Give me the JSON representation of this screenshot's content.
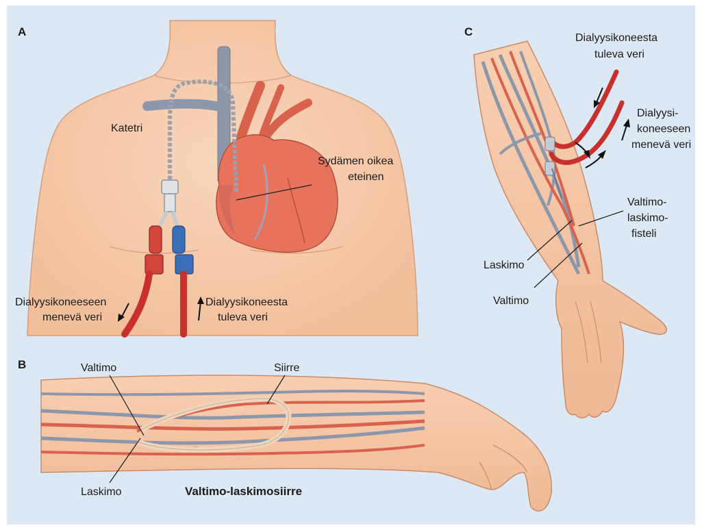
{
  "panels": {
    "a": {
      "letter": "A",
      "catheter_label": "Katetri",
      "atrium_label_line1": "Sydämen oikea",
      "atrium_label_line2": "eteinen",
      "to_machine_line1": "Dialyysikoneeseen",
      "to_machine_line2": "menevä veri",
      "from_machine_line1": "Dialyysikoneesta",
      "from_machine_line2": "tuleva veri"
    },
    "b": {
      "letter": "B",
      "artery_label": "Valtimo",
      "vein_label": "Laskimo",
      "graft_label": "Siirre",
      "caption": "Valtimo-laskimosiirre"
    },
    "c": {
      "letter": "C",
      "from_machine_line1": "Dialyysikoneesta",
      "from_machine_line2": "tuleva veri",
      "to_machine_line1": "Dialyysi-",
      "to_machine_line2": "koneeseen",
      "to_machine_line3": "menevä veri",
      "fistula_line1": "Valtimo-",
      "fistula_line2": "laskimo-",
      "fistula_line3": "fisteli",
      "vein_label": "Laskimo",
      "artery_label": "Valtimo"
    }
  },
  "colors": {
    "background": "#dce8f4",
    "skin": "#f6c9a8",
    "skin_outline": "#c98a6a",
    "artery": "#d9624d",
    "vein": "#8d97ac",
    "heart": "#e8735c",
    "tube_red": "#c8302c",
    "tube_blue": "#3a6fb8"
  }
}
